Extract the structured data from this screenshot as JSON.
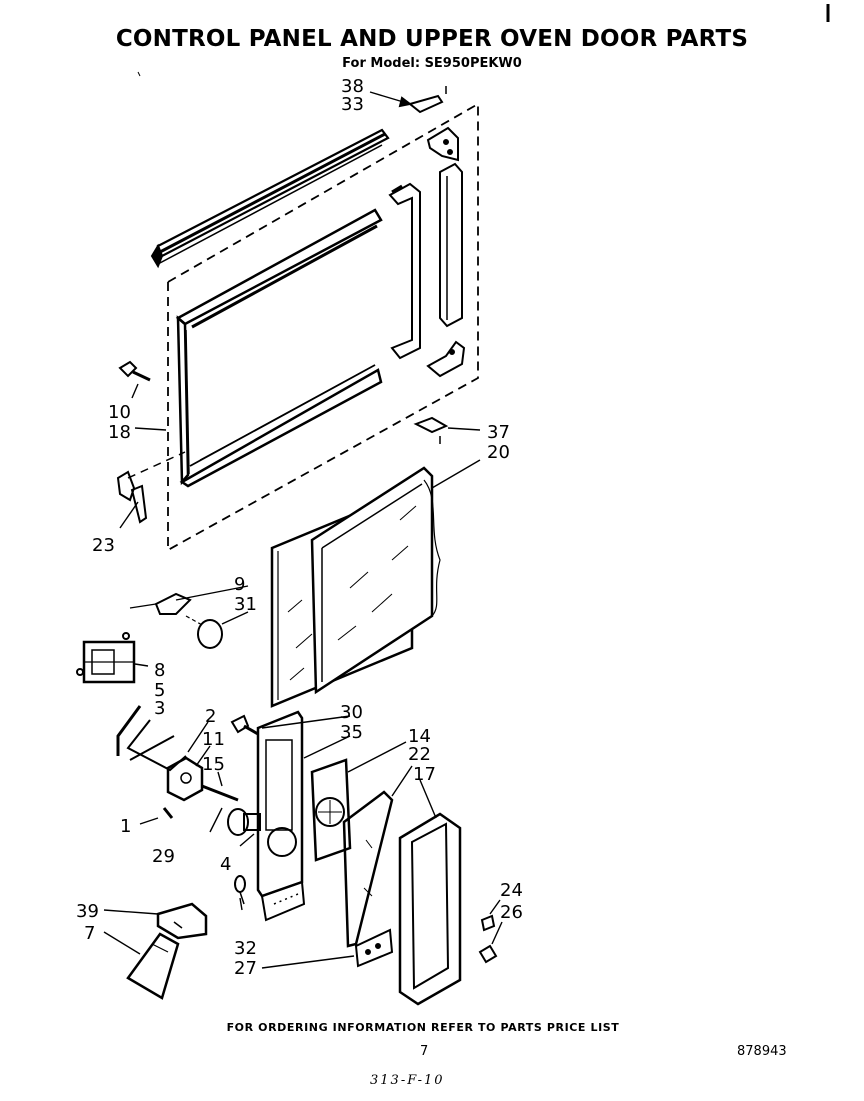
{
  "title": "CONTROL PANEL AND UPPER OVEN DOOR PARTS",
  "subtitle": "For Model: SE950PEKW0",
  "footer_note": "FOR ORDERING INFORMATION REFER TO PARTS PRICE LIST",
  "page_number": "7",
  "document_number": "878943",
  "handwritten_note": "313-F-10",
  "callouts": {
    "c38": "38",
    "c33": "33",
    "c10": "10",
    "c18": "18",
    "c37": "37",
    "c20": "20",
    "c23": "23",
    "c9": "9",
    "c31": "31",
    "c8": "8",
    "c5": "5",
    "c3": "3",
    "c2": "2",
    "c11": "11",
    "c15": "15",
    "c30": "30",
    "c35": "35",
    "c14": "14",
    "c22": "22",
    "c17": "17",
    "c1": "1",
    "c29": "29",
    "c4": "4",
    "c24": "24",
    "c26": "26",
    "c39": "39",
    "c7": "7",
    "c32": "32",
    "c27": "27"
  }
}
